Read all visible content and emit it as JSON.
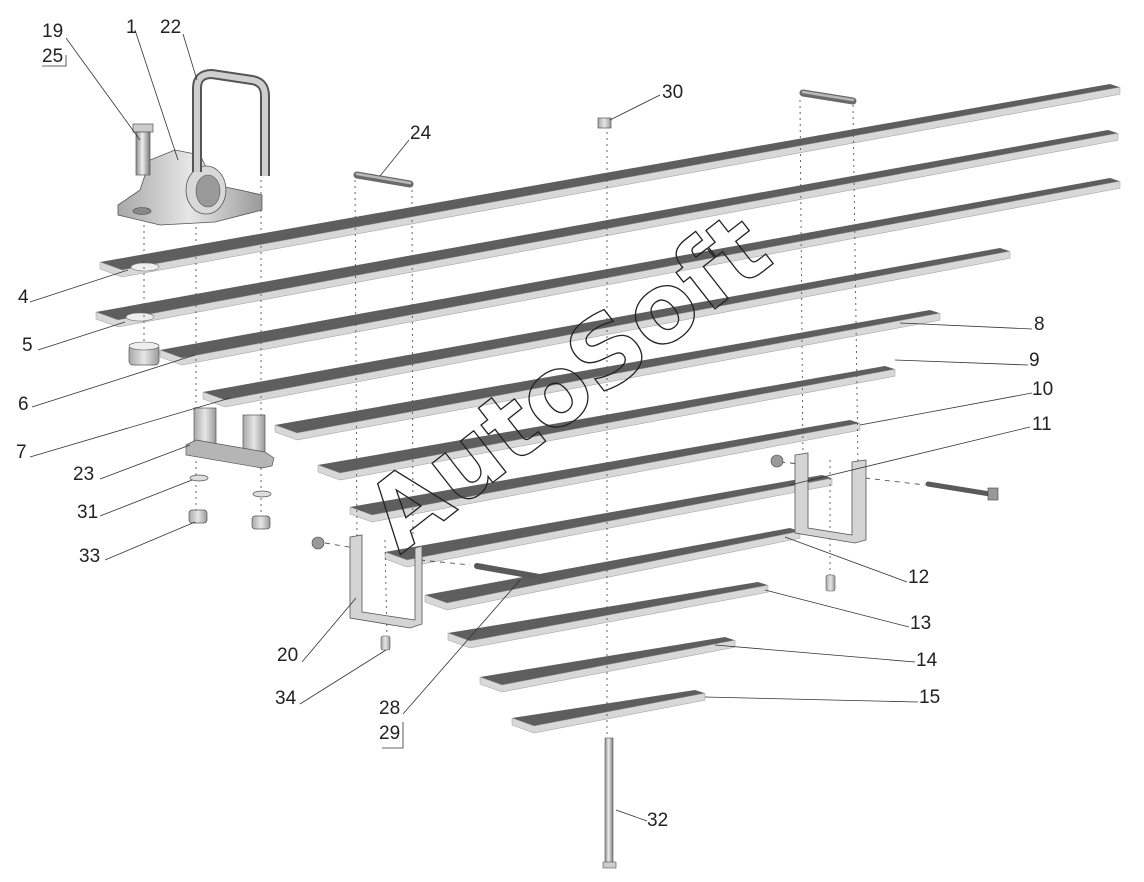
{
  "diagram": {
    "type": "exploded-parts-view",
    "subject": "leaf spring assembly",
    "watermark": "AutoSoft",
    "colors": {
      "leaf_top": "#5e5e5e",
      "leaf_edge": "#d8d8d8",
      "part_light": "#d0d0d0",
      "part_dark": "#8a8a8a",
      "text": "#222222"
    },
    "callouts": [
      {
        "id": "1",
        "part": "spring-bracket"
      },
      {
        "id": "4",
        "part": "leaf-1-main"
      },
      {
        "id": "5",
        "part": "leaf-2"
      },
      {
        "id": "6",
        "part": "leaf-3"
      },
      {
        "id": "7",
        "part": "leaf-4"
      },
      {
        "id": "8",
        "part": "leaf-5"
      },
      {
        "id": "9",
        "part": "leaf-6"
      },
      {
        "id": "10",
        "part": "leaf-7"
      },
      {
        "id": "11",
        "part": "clamp-right"
      },
      {
        "id": "12",
        "part": "leaf-8"
      },
      {
        "id": "13",
        "part": "leaf-9"
      },
      {
        "id": "14",
        "part": "leaf-10"
      },
      {
        "id": "15",
        "part": "leaf-11"
      },
      {
        "id": "19",
        "part": "bolt"
      },
      {
        "id": "25",
        "part": "bolt-alt"
      },
      {
        "id": "20",
        "part": "clamp-left"
      },
      {
        "id": "22",
        "part": "u-bolt"
      },
      {
        "id": "23",
        "part": "u-plate"
      },
      {
        "id": "24",
        "part": "pin"
      },
      {
        "id": "28",
        "part": "clamp-bolt"
      },
      {
        "id": "29",
        "part": "clamp-bolt-alt"
      },
      {
        "id": "30",
        "part": "center-nut"
      },
      {
        "id": "31",
        "part": "washer"
      },
      {
        "id": "32",
        "part": "center-bolt"
      },
      {
        "id": "33",
        "part": "nut"
      },
      {
        "id": "34",
        "part": "rivet"
      }
    ],
    "labels": {
      "l1": "1",
      "l4": "4",
      "l5": "5",
      "l6": "6",
      "l7": "7",
      "l8": "8",
      "l9": "9",
      "l10": "10",
      "l11": "11",
      "l12": "12",
      "l13": "13",
      "l14": "14",
      "l15": "15",
      "l19": "19",
      "l25": "25",
      "l20": "20",
      "l22": "22",
      "l23": "23",
      "l24": "24",
      "l28": "28",
      "l29": "29",
      "l30": "30",
      "l31": "31",
      "l32": "32",
      "l33": "33",
      "l34": "34"
    }
  }
}
